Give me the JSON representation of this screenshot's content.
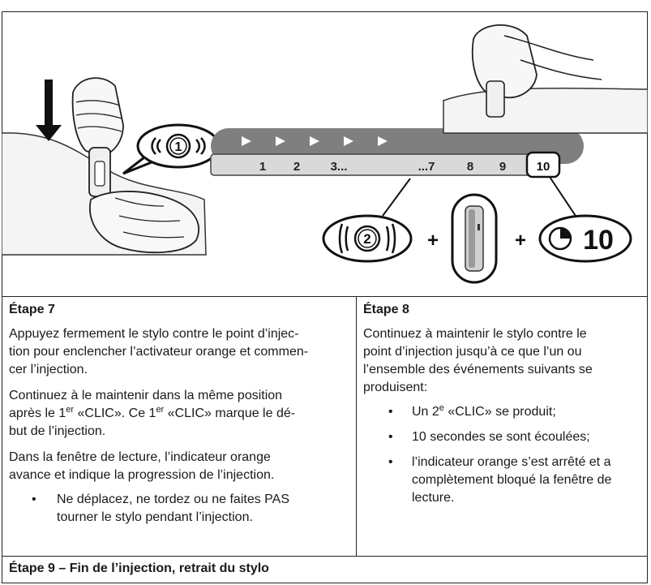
{
  "figure": {
    "click_1": "1",
    "click_2": "2",
    "plus_sign": "+",
    "countdown": "10",
    "scale_labels": [
      "1",
      "2",
      "3...",
      "...7",
      "8",
      "9",
      "10"
    ]
  },
  "step7": {
    "title": "Étape 7",
    "para1_lines": [
      "Appuyez fermement le stylo contre le point d’injec-",
      "tion pour enclencher l’activateur orange et commen-",
      "cer l’injection."
    ],
    "para2_line1": "Continuez à le maintenir dans la même position",
    "para2_a": "après le 1",
    "para2_sup1": "er",
    "para2_b": " «CLIC». Ce 1",
    "para2_sup2": "er",
    "para2_c": " «CLIC» marque le dé-",
    "para2_line3": "but de l’injection.",
    "para3_lines": [
      "Dans la fenêtre de lecture, l’indicateur orange",
      "avance et indique la progression de l’injection."
    ],
    "bullet_lines": [
      "Ne déplacez, ne tordez ou ne faites PAS",
      "tourner le stylo pendant l’injection."
    ]
  },
  "step8": {
    "title": "Étape 8",
    "intro_lines": [
      "Continuez à maintenir le stylo contre le",
      "point d’injection jusqu’à ce que l’un ou",
      "l’ensemble des événements suivants se",
      "produisent:"
    ],
    "b1_a": "Un 2",
    "b1_sup": "e",
    "b1_b": " «CLIC» se produit;",
    "b2": "10 secondes se sont écoulées;",
    "b3_lines": [
      "l’indicateur orange s’est arrêté et a",
      "complètement bloqué la fenêtre de",
      "lecture."
    ]
  },
  "step9": {
    "title": "Étape 9 – Fin de l’injection, retrait du stylo"
  },
  "bullet_symbol": "•"
}
